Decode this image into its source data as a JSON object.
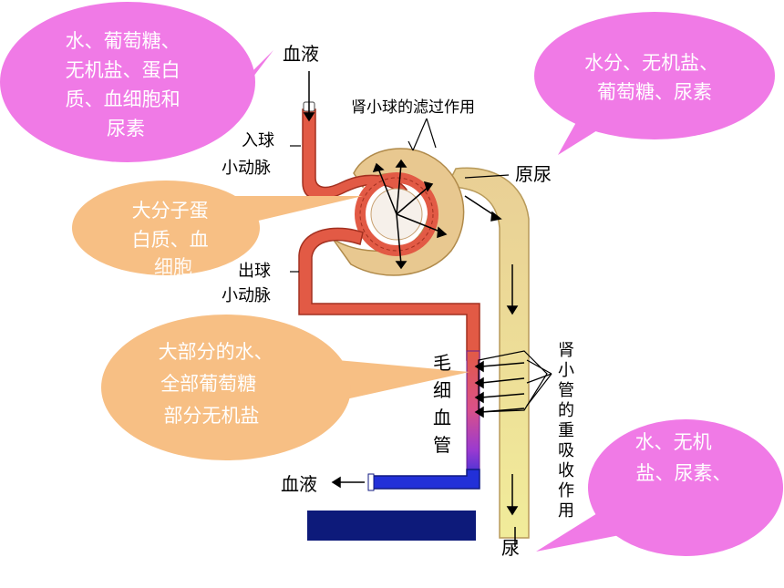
{
  "labels": {
    "blood_in": "血液",
    "afferent": [
      "入球",
      "小动脉"
    ],
    "glomerulus_filtration": "肾小球的滤过作用",
    "primary_urine": "原尿",
    "efferent": [
      "出球",
      "小动脉"
    ],
    "capillary": [
      "毛",
      "细",
      "血",
      "管"
    ],
    "tubule_reabsorption": [
      "肾",
      "小",
      "管",
      "的",
      "重",
      "吸",
      "收",
      "作",
      "用"
    ],
    "blood_out": "血液",
    "urine": "尿"
  },
  "bubbles": {
    "pink_top_left": [
      "水、葡萄糖、",
      "无机盐、蛋白",
      "质、血细胞和",
      "尿素"
    ],
    "pink_top_right": [
      "水分、无机盐、",
      "葡萄糖、尿素"
    ],
    "peach_large_molecules": [
      "大分子蛋",
      "白质、血",
      "细胞"
    ],
    "peach_reabsorbed": [
      "大部分的水、",
      "全部葡萄糖",
      "部分无机盐"
    ],
    "pink_bottom_right": [
      "水、无机",
      "盐、尿素、"
    ]
  },
  "colors": {
    "pink_bubble": "#f07ae6",
    "peach_bubble": "#f7bf84",
    "capsule": "#e8c890",
    "tubule": "#ecd89a",
    "artery": "#e25a45",
    "vein": "#2230d8",
    "dark_box": "#0d1a7a"
  }
}
